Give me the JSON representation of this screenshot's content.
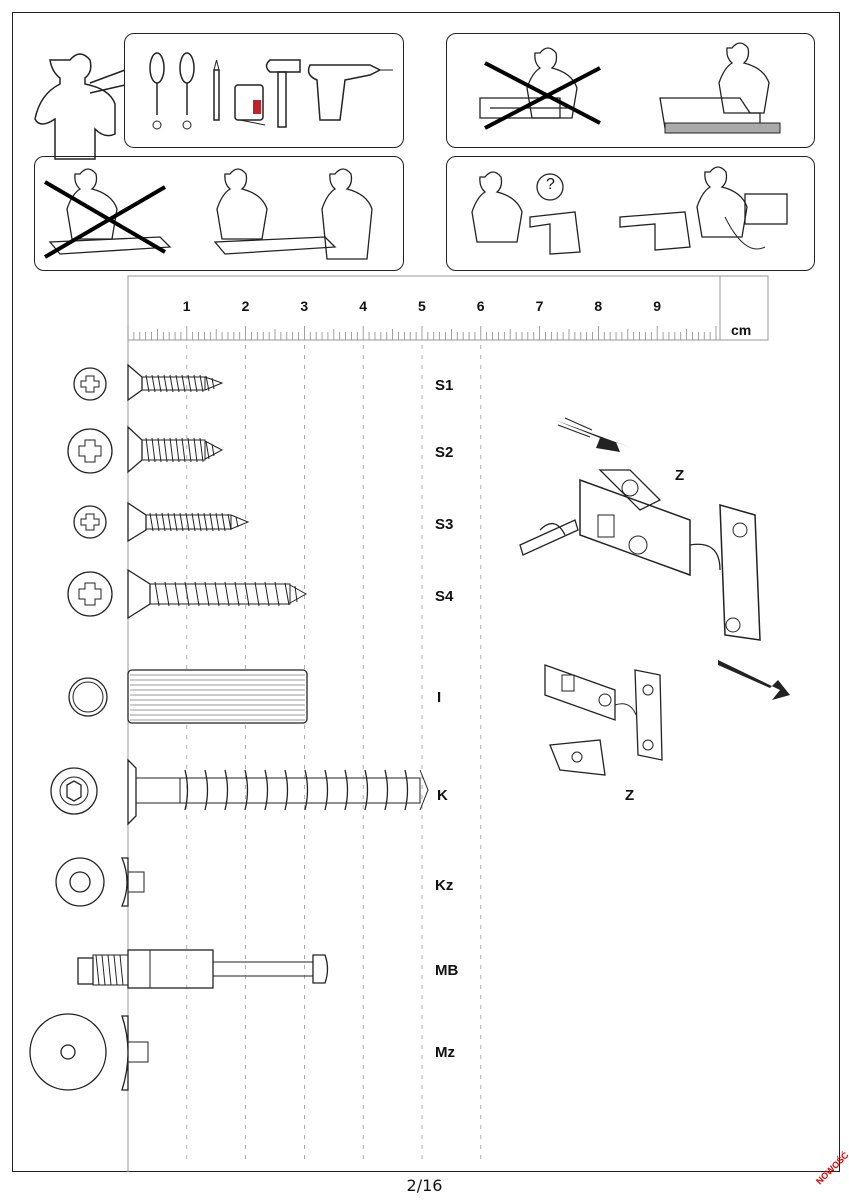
{
  "ruler": {
    "numbers": [
      "1",
      "2",
      "3",
      "4",
      "5",
      "6",
      "7",
      "8",
      "9"
    ],
    "unit": "cm"
  },
  "parts": {
    "s1": "S1",
    "s2": "S2",
    "s3": "S3",
    "s4": "S4",
    "i": "I",
    "k": "K",
    "kz": "Kz",
    "mb": "MB",
    "mz": "Mz"
  },
  "hinge": {
    "label_top": "Z",
    "label_bottom": "Z"
  },
  "question_mark": "?",
  "footer": {
    "page_number": "2/16",
    "watermark": "NOWOŚĆ"
  },
  "icons": {
    "tools": [
      "screwdriver-flat-icon",
      "screwdriver-phillips-icon",
      "pencil-icon",
      "tape-measure-icon",
      "hammer-icon",
      "drill-icon"
    ]
  }
}
